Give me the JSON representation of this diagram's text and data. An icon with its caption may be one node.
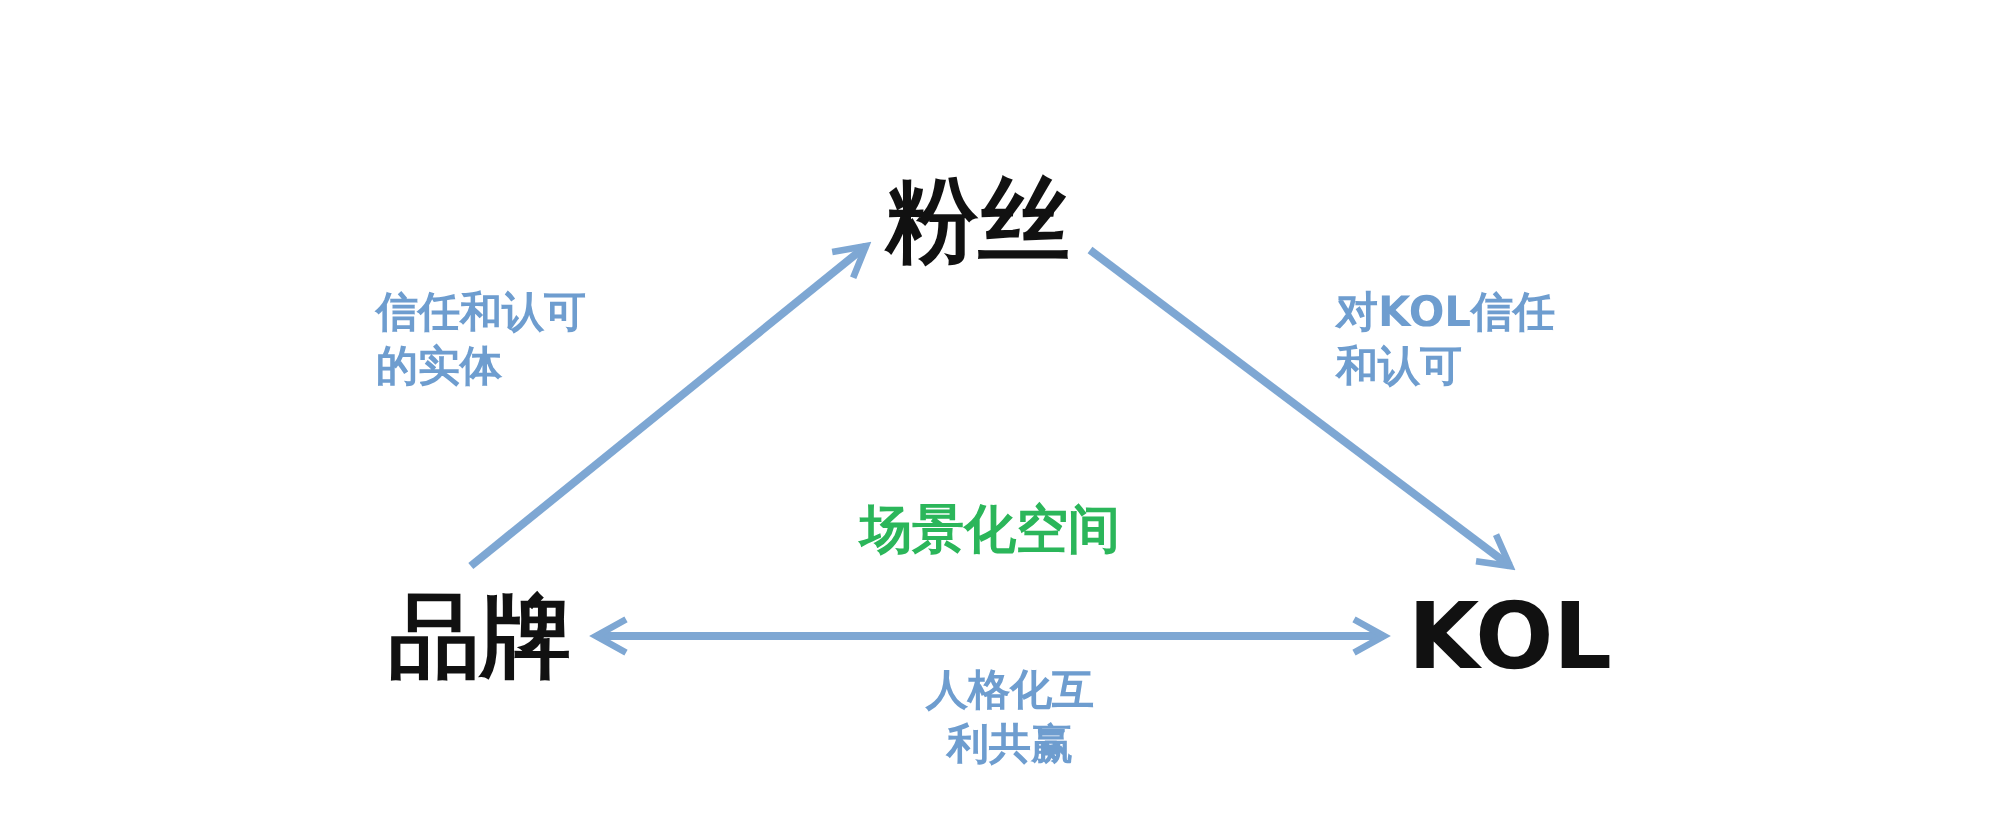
{
  "diagram": {
    "nodes": [
      {
        "text": [
          "粉丝"
        ]
      },
      {
        "text": [
          "品牌"
        ]
      },
      {
        "text": [
          "KOL"
        ]
      }
    ],
    "edges": [
      {
        "from": 1,
        "to": 0,
        "arrow": "to",
        "label": "信任和认可的实体"
      },
      {
        "from": 0,
        "to": 2,
        "arrow": "to",
        "label": "对KOL信任和认可"
      },
      {
        "from": 1,
        "to": 2,
        "arrow": "both",
        "label": "人格化互利共赢"
      }
    ],
    "labels": [
      "场景化空间"
    ]
  }
}
